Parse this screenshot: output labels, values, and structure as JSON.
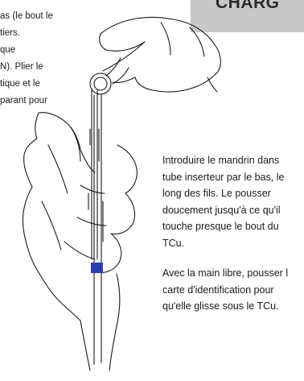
{
  "header": {
    "title": "CHARG"
  },
  "left_text": {
    "lines": [
      "as (le bout le",
      "tiers.",
      "que",
      "N). Plier le",
      "tique et le",
      "parant pour"
    ]
  },
  "right_text": {
    "paragraph1": [
      "Introduire le mandrin dans",
      "tube inserteur par le bas, le",
      "long des fils. Le pousser",
      "doucement jusqu'à ce qu'il",
      "touche presque le bout du",
      "TCu."
    ],
    "paragraph2": [
      "Avec la main libre, pousser l",
      "carte d'identification pour",
      "qu'elle glisse sous le TCu."
    ]
  },
  "colors": {
    "banner": "#c8c8c8",
    "blue_marker": "#2a3fae",
    "ink": "#1a1a1a"
  },
  "icons": {
    "illustration": "hands-inserting-iud-illustration"
  }
}
